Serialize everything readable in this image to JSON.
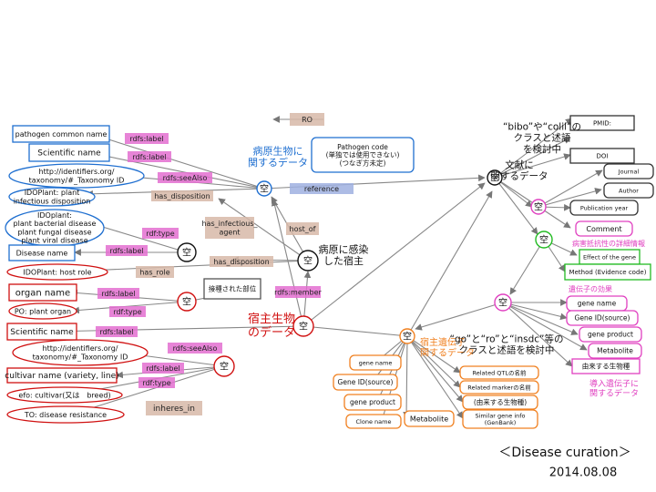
{
  "title": "<Disease curation>",
  "title_display": "＜Disease curation＞",
  "date": "2014.08.08",
  "colors": {
    "blue": "#1f6fd0",
    "red": "#d01010",
    "pink": "#e040c0",
    "green": "#22bb22",
    "orange": "#f08020",
    "black": "#222222",
    "gray": "#888888",
    "label_pink": "#e36fd0",
    "label_tan": "#d7b9a8",
    "label_blue": "#9fb0e0"
  },
  "blank_node_label": "空",
  "sections": {
    "pathogen": "病原生物に\n関するデータ",
    "host": "宿主生物\nのデータ",
    "infected_host": "病原に感染\nした宿主",
    "host_gene": "宿主遺伝子\n関するデータ",
    "bibo": "“bibo”や“colil”の\nクラスと述語\nを検討中",
    "literature": "文献に\n関するデータ",
    "go": "“go”と“ro”と“insdc”等の\nクラスと述語を検討中",
    "gene_effect": "遺伝子の効果",
    "resistance_detail": "病害抵抗性の詳細情報",
    "introduced_gene": "導入遺伝子に\n関するデータ"
  },
  "nodes": {
    "pathogen_common_name": "pathogen common name",
    "scientific_name_1": "Scientific name",
    "taxonomy_1": "http://identifiers.org/\ntaxonomy/#_Taxonomy ID",
    "ido_infectious": "IDOPlant: plant\ninfectious disposition",
    "ido_plant_disease": "IDOplant:\nplant bacterial disease\nplant fungal disease\nplant viral disease",
    "disease_name": "Disease name",
    "ido_host_role": "IDOPlant: host role",
    "organ_name": "organ name",
    "po_plant_organ": "PO: plant organ",
    "scientific_name_2": "Scientific name",
    "taxonomy_2": "http://identifiers.org/\ntaxonomy/#_Taxonomy ID",
    "cultivar_name": "cultivar name (variety, line)",
    "efo_cultivar": "efo: cultivar(又は　breed)",
    "to_disease_resistance": "TO: disease resistance",
    "pathogen_code": "Pathogen code\n(単独では使用できない)\n(つなぎ方未定)",
    "inoculated_site": "接種された部位",
    "ro": "RO",
    "inheres_in": "inheres_in",
    "pmid": "PMID:",
    "doi": "DOI",
    "journal": "Journal",
    "author": "Author",
    "publication_year": "Publication year",
    "comment": "Comment",
    "effect_of_gene": "Effect of the gene",
    "method": "Method (Evidence code)",
    "gene_name_r": "gene name",
    "gene_id_r": "Gene ID(source)",
    "gene_product_r": "gene product",
    "metabolite_r": "Metabolite",
    "origin_organism_r": "由来する生物種",
    "gene_name_b": "gene name",
    "gene_id_b": "Gene ID(source)",
    "gene_product_b": "gene product",
    "clone_name": "Clone name",
    "metabolite_b": "Metabolite",
    "related_qtl": "Related QTLの名前",
    "related_marker": "Related markerの名前",
    "origin_organism_b": "(由来する生物種)",
    "similar_gene_info": "Similar gene  info\n(GenBank)"
  },
  "edge_labels": {
    "rdfs_label": "rdfs:label",
    "rdfs_see_also": "rdfs:seeAlso",
    "has_disposition": "has_disposition",
    "rdf_type": "rdf:type",
    "has_infectious_agent": "has_infectious_\nagent",
    "host_of": "host_of",
    "has_role": "has_role",
    "rdfs_member": "rdfs:member",
    "reference": "reference",
    "ro": "RO"
  }
}
